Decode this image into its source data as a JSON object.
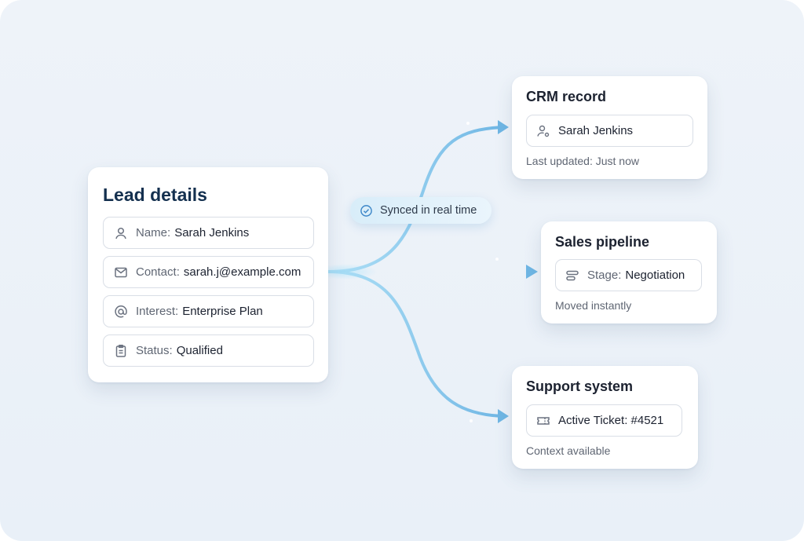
{
  "lead": {
    "title": "Lead details",
    "fields": [
      {
        "key": "Name:",
        "value": "Sarah Jenkins",
        "icon": "user-icon"
      },
      {
        "key": "Contact:",
        "value": "sarah.j@example.com",
        "icon": "mail-icon"
      },
      {
        "key": "Interest:",
        "value": "Enterprise Plan",
        "icon": "at-sign-icon"
      },
      {
        "key": "Status:",
        "value": "Qualified",
        "icon": "clipboard-icon"
      }
    ]
  },
  "sync_badge": {
    "label": "Synced in real time",
    "icon": "check-circle-icon"
  },
  "crm": {
    "title": "CRM record",
    "field_value": "Sarah Jenkins",
    "field_icon": "user-settings-icon",
    "subtitle": "Last updated: Just now"
  },
  "sales": {
    "title": "Sales pipeline",
    "field_key": "Stage:",
    "field_value": "Negotiation",
    "field_icon": "pipeline-stages-icon",
    "subtitle": "Moved instantly"
  },
  "support": {
    "title": "Support system",
    "field_value": "Active Ticket: #4521",
    "field_icon": "ticket-icon",
    "subtitle": "Context available"
  },
  "colors": {
    "background": "#ecf2f9",
    "connector": "#7cc2ea",
    "lead_title": "#14304f",
    "card": "#ffffff"
  }
}
